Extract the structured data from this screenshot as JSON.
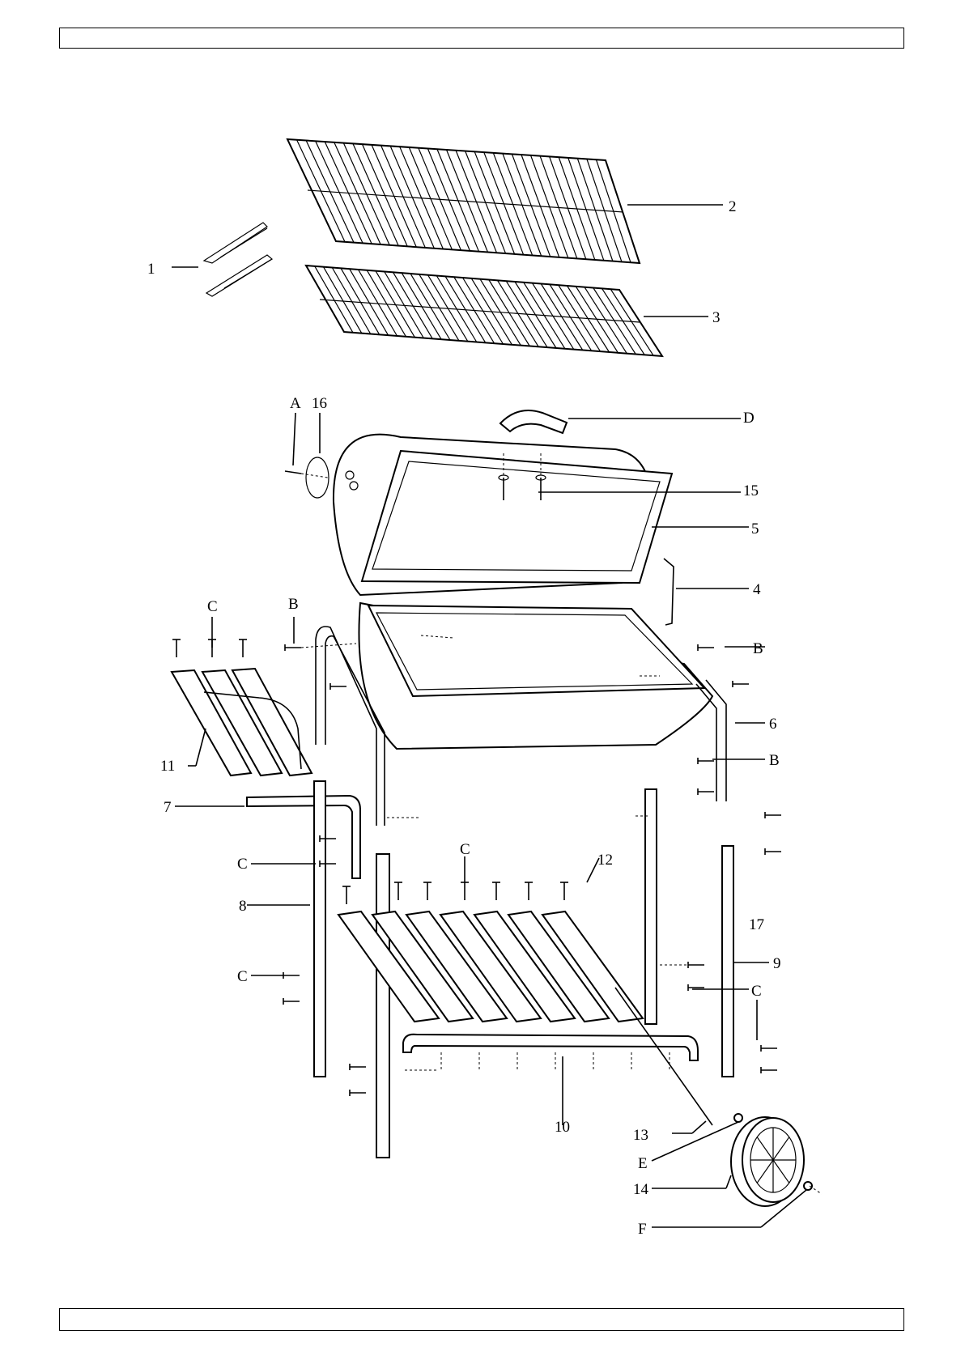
{
  "header": {
    "text": ""
  },
  "footer": {
    "text": ""
  },
  "callouts": {
    "c1": "1",
    "c2": "2",
    "c3": "3",
    "c4": "4",
    "c5": "5",
    "c6": "6",
    "c7": "7",
    "c8": "8",
    "c9": "9",
    "c10": "10",
    "c11": "11",
    "c12": "12",
    "c13": "13",
    "c14": "14",
    "c15": "15",
    "c16": "16",
    "c17": "17",
    "A": "A",
    "B": "B",
    "C": "C",
    "D": "D",
    "E": "E",
    "F": "F"
  },
  "colors": {
    "line": "#000000",
    "background": "#ffffff"
  }
}
